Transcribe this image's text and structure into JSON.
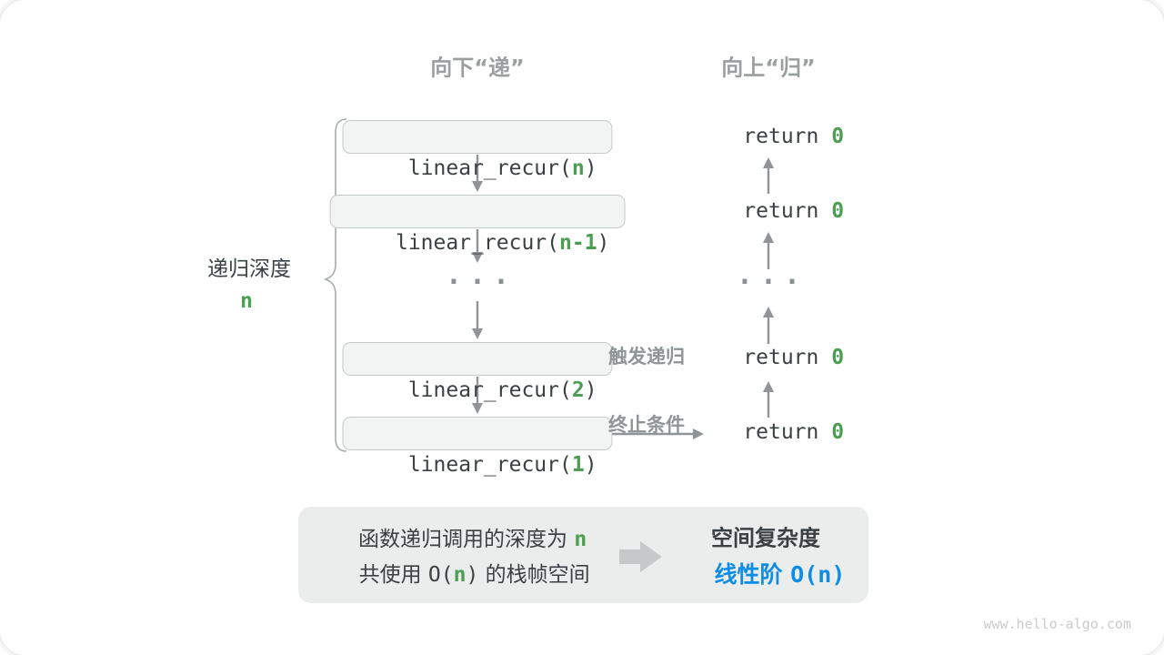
{
  "headers": {
    "down": "向下“递”",
    "up": "向上“归”"
  },
  "side_label": {
    "text": "递归深度",
    "depth": "n"
  },
  "stack": [
    {
      "pre": "linear_recur(",
      "arg": "n",
      "post": ")"
    },
    {
      "pre": "linear_recur(",
      "arg": "n-1",
      "post": ")"
    },
    {
      "pre": "linear_recur(",
      "arg": "2",
      "post": ")"
    },
    {
      "pre": "linear_recur(",
      "arg": "1",
      "post": ")"
    }
  ],
  "returns": [
    {
      "pre": "return ",
      "val": "0"
    },
    {
      "pre": "return ",
      "val": "0"
    },
    {
      "pre": "return ",
      "val": "0"
    },
    {
      "pre": "return ",
      "val": "0"
    }
  ],
  "ellipsis": "...",
  "trigger": {
    "line1": "触发递归",
    "line2": "终止条件"
  },
  "summary": {
    "line1": {
      "pre": "函数递归调用的深度为 ",
      "n": "n"
    },
    "line2": {
      "a": "共使用 ",
      "b": "O(",
      "n": "n",
      "c": ")",
      "d": " 的栈帧空间"
    },
    "title": "空间复杂度",
    "value_cjk": "线性阶 ",
    "value_code": "O(n)"
  },
  "watermark": "www.hello-algo.com",
  "colors": {
    "green": "#4c9e53",
    "blue": "#0d8de6",
    "gray_label": "#9b9fa0",
    "arrow_gray": "#8e9497",
    "box_fill": "#f2f3f3",
    "box_border": "#c5caca",
    "panel_fill": "#ebeded",
    "text_dark": "#3b4043"
  }
}
